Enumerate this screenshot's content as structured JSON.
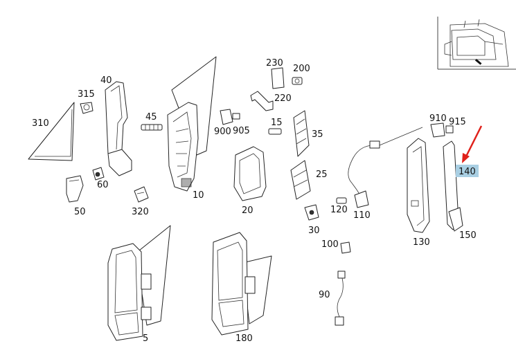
{
  "diagram": {
    "highlight_color": "#a9cfe3",
    "arrow_color": "#e0211b",
    "highlighted_part": "140",
    "labels": {
      "l310": "310",
      "l315": "315",
      "l40": "40",
      "l45": "45",
      "l60": "60",
      "l50": "50",
      "l320": "320",
      "l10": "10",
      "l230": "230",
      "l200": "200",
      "l220": "220",
      "l900": "900",
      "l905": "905",
      "l15": "15",
      "l35": "35",
      "l20": "20",
      "l25": "25",
      "l120": "120",
      "l110": "110",
      "l30": "30",
      "l910": "910",
      "l915": "915",
      "l140": "140",
      "l130": "130",
      "l150": "150",
      "l100": "100",
      "l90": "90",
      "l5": "5",
      "l180": "180"
    }
  }
}
